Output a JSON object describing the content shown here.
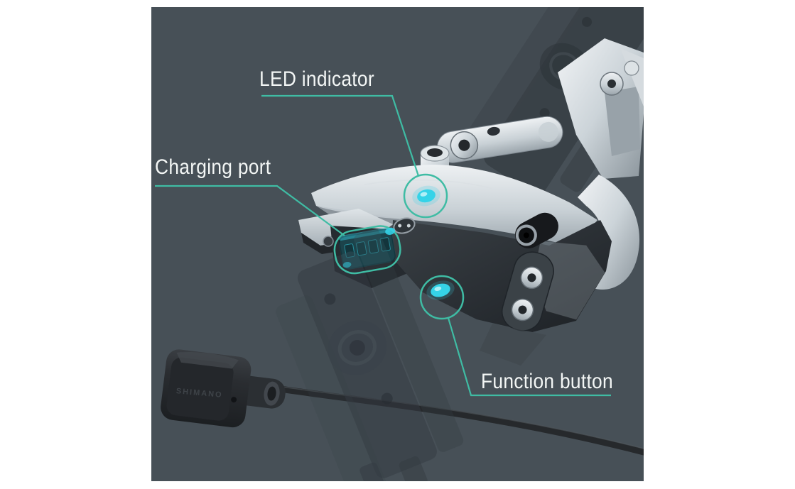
{
  "annotations": {
    "led_indicator": {
      "label": "LED indicator"
    },
    "charging_port": {
      "label": "Charging port"
    },
    "function_button": {
      "label": "Function button"
    }
  },
  "device": {
    "embossed_brand": "SHIMANO"
  },
  "colors": {
    "frame-bg": "#ffffff",
    "panel-bg": "#475057",
    "callout-teal": "#3fbca4",
    "highlight-cyan": "#35d3e8",
    "label-text": "#f3f6f5"
  }
}
